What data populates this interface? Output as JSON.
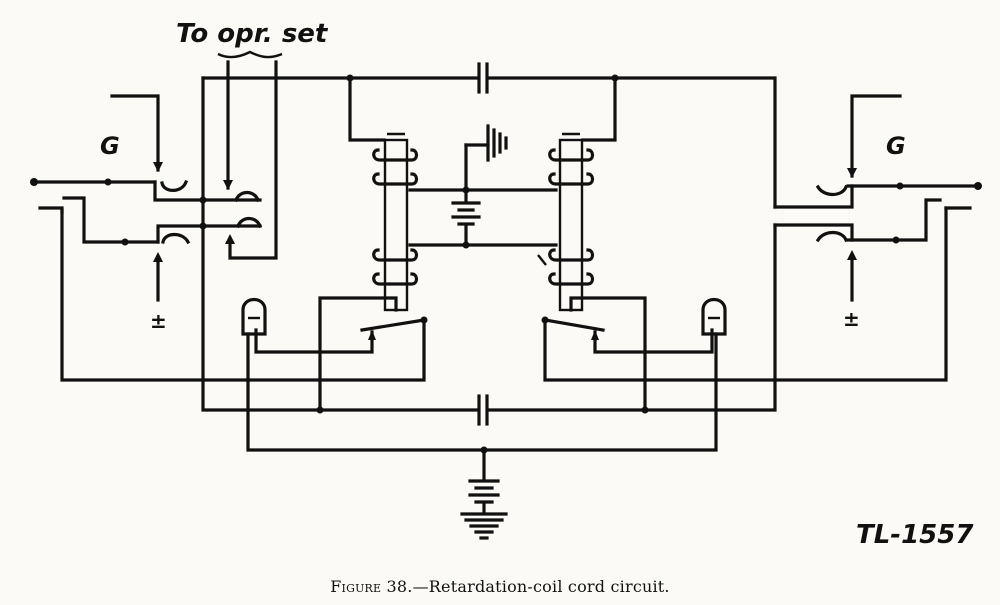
{
  "labels": {
    "operator_set": "To opr. set",
    "ground_left": "G",
    "ground_right": "G",
    "battery_left": "±",
    "battery_right": "±",
    "drawing_number": "TL-1557"
  },
  "caption": {
    "figure": "Figure 38.",
    "title": "—Retardation-coil cord circuit."
  }
}
